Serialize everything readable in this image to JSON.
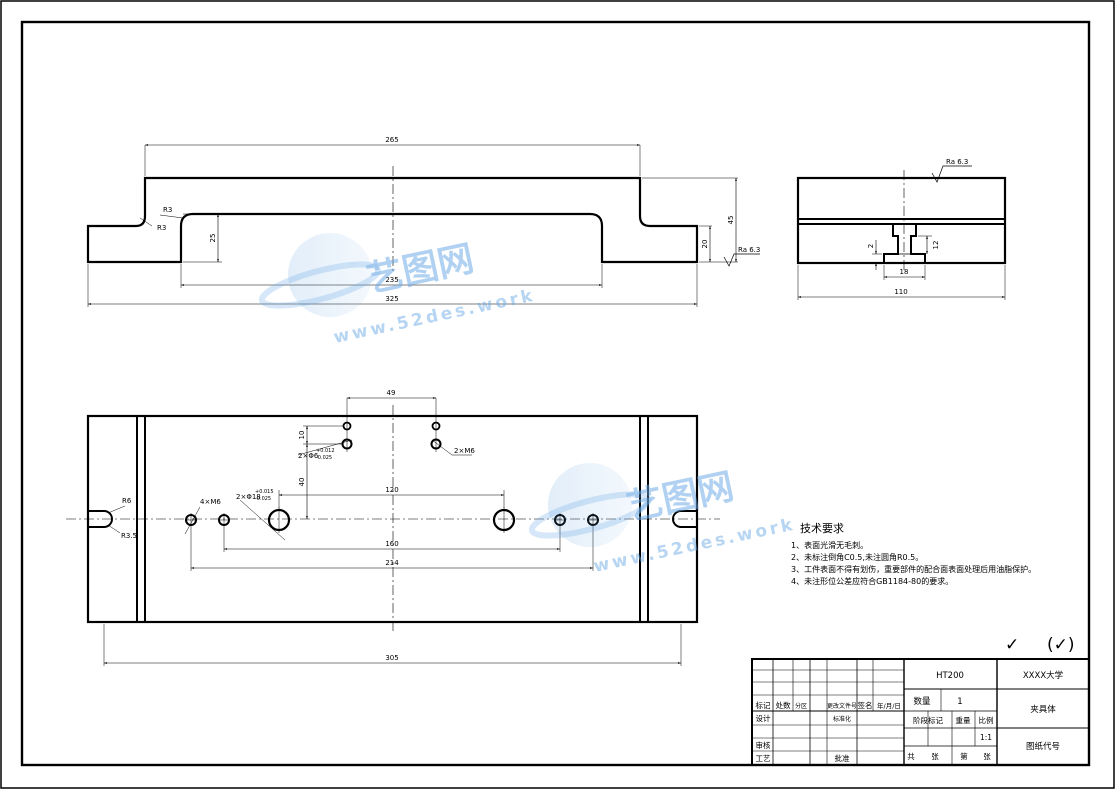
{
  "watermark": {
    "name": "艺图网",
    "url": "www.52des.work"
  },
  "dimensions": {
    "front": {
      "total_length": "325",
      "top_length": "265",
      "slot_length": "235",
      "height_total": "45",
      "height_base": "20",
      "slot_depth": "25",
      "radius_a": "R3",
      "radius_b": "R3",
      "roughness": "Ra 6.3"
    },
    "side": {
      "width": "110",
      "slot_width": "18",
      "slot_height": "12",
      "slot_lip": "2",
      "roughness": "Ra 6.3"
    },
    "plan": {
      "total_length": "305",
      "hole_pitch_top": "49",
      "hole_offset_10": "10",
      "hole_offset_40": "40",
      "pin_spacing": "120",
      "hole_spacing_160": "160",
      "hole_spacing_214": "214",
      "radius_r6": "R6",
      "radius_r35": "R3.5",
      "callout_pin_small": "2×Φ6",
      "callout_pin_small_tol_top": "+0.012",
      "callout_pin_small_tol_bot": "-0.025",
      "callout_m6_pair": "2×M6",
      "callout_m6_four": "4×M6",
      "callout_pin_large": "2×Φ18",
      "callout_pin_large_tol_top": "+0.015",
      "callout_pin_large_tol_bot": "-0.025"
    }
  },
  "requirements": {
    "title": "技术要求",
    "items": [
      "1、表面光滑无毛刺。",
      "2、未标注倒角C0.5,未注圆角R0.5。",
      "3、工件表面不得有划伤，重要部件的配合面表面处理后用油脂保护。",
      "4、未注形位公差应符合GB1184-80的要求。"
    ]
  },
  "roughness_general": {
    "check": "✓",
    "paren": "(✓)"
  },
  "title_block": {
    "material": "HT200",
    "school": "XXXX大学",
    "part_name": "夹具体",
    "drawing_no_label": "图纸代号",
    "quantity_label": "数量",
    "quantity_value": "1",
    "stage_label": "阶段标记",
    "weight_label": "重量",
    "scale_label": "比例",
    "scale_value": "1:1",
    "total_label": "共",
    "sheet_label": "张",
    "page_label": "第",
    "page_sheet_label": "张",
    "marker_label": "标记",
    "location_label": "处数",
    "zone_label": "分区",
    "change_doc_label": "更改文件号",
    "sign_label": "签名",
    "date_label": "年/月/日",
    "design_label": "设计",
    "standard_label": "标准化",
    "review_label": "审核",
    "process_label": "工艺",
    "approve_label": "批准"
  }
}
